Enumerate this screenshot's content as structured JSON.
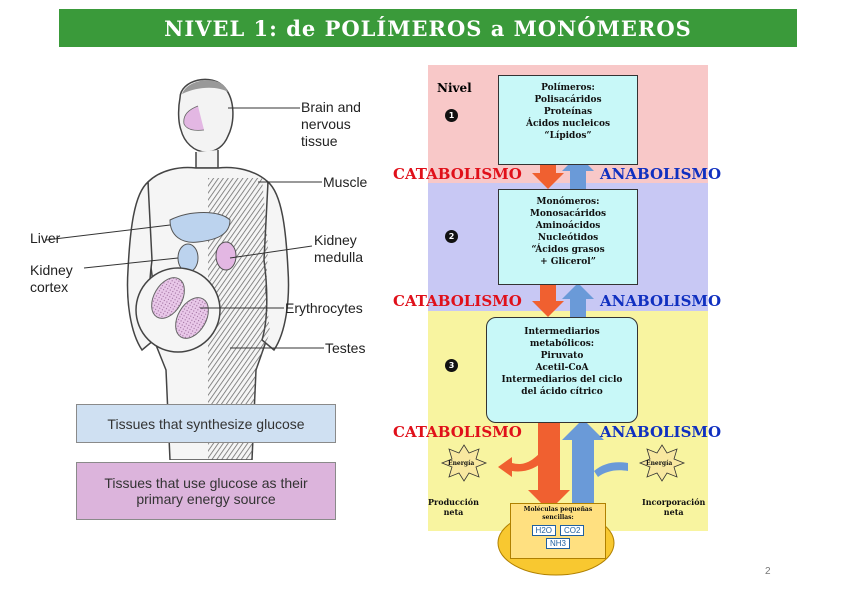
{
  "slide": {
    "title": "NIVEL 1: de POLÍMEROS a MONÓMEROS",
    "page_number": "2"
  },
  "anatomy": {
    "labels": {
      "brain": "Brain and\nnervous\ntissue",
      "muscle": "Muscle",
      "liver": "Liver",
      "kidney_medulla": "Kidney\nmedulla",
      "kidney_cortex": "Kidney\ncortex",
      "erythrocytes": "Erythrocytes",
      "testes": "Testes"
    },
    "legend": {
      "synthesize": "Tissues that synthesize glucose",
      "use": "Tissues that use glucose as their\nprimary energy source"
    },
    "colors": {
      "synthesize": "#cfe0f2",
      "use": "#dcb4dc"
    }
  },
  "metabolism": {
    "nivel_label": "Nivel",
    "levels": [
      {
        "num": "1",
        "lines": [
          "Polímeros:",
          "Polisacáridos",
          "Proteínas",
          "Ácidos nucleicos",
          "“Lípidos”"
        ]
      },
      {
        "num": "2",
        "lines": [
          "Monómeros:",
          "Monosacáridos",
          "Aminoácidos",
          "Nucleótidos",
          "“Ácidos grasos",
          "+ Glicerol”"
        ]
      },
      {
        "num": "3",
        "lines": [
          "Intermediarios",
          "metabólicos:",
          "Piruvato",
          "Acetil-CoA",
          "Intermediarios del ciclo",
          "del ácido cítrico"
        ]
      }
    ],
    "catabolismo": "CATABOLISMO",
    "anabolismo": "ANABOLISMO",
    "energia": "Energía",
    "produccion": "Producción\nneta",
    "incorporacion": "Incorporación\nneta",
    "moleculas": "Moléculas pequeñas\nsencillas:",
    "molecules": [
      "H2O",
      "CO2",
      "NH3"
    ],
    "colors": {
      "band1": "#f8c8c8",
      "band2": "#c8c8f4",
      "band3": "#f8f4a0",
      "box": "#c8f8f8",
      "catabolismo": "#e0101a",
      "anabolismo": "#1030c0",
      "down_arrow": "#f06030",
      "up_arrow": "#6a9ad8",
      "molecule_pot": "#f8c830"
    }
  }
}
